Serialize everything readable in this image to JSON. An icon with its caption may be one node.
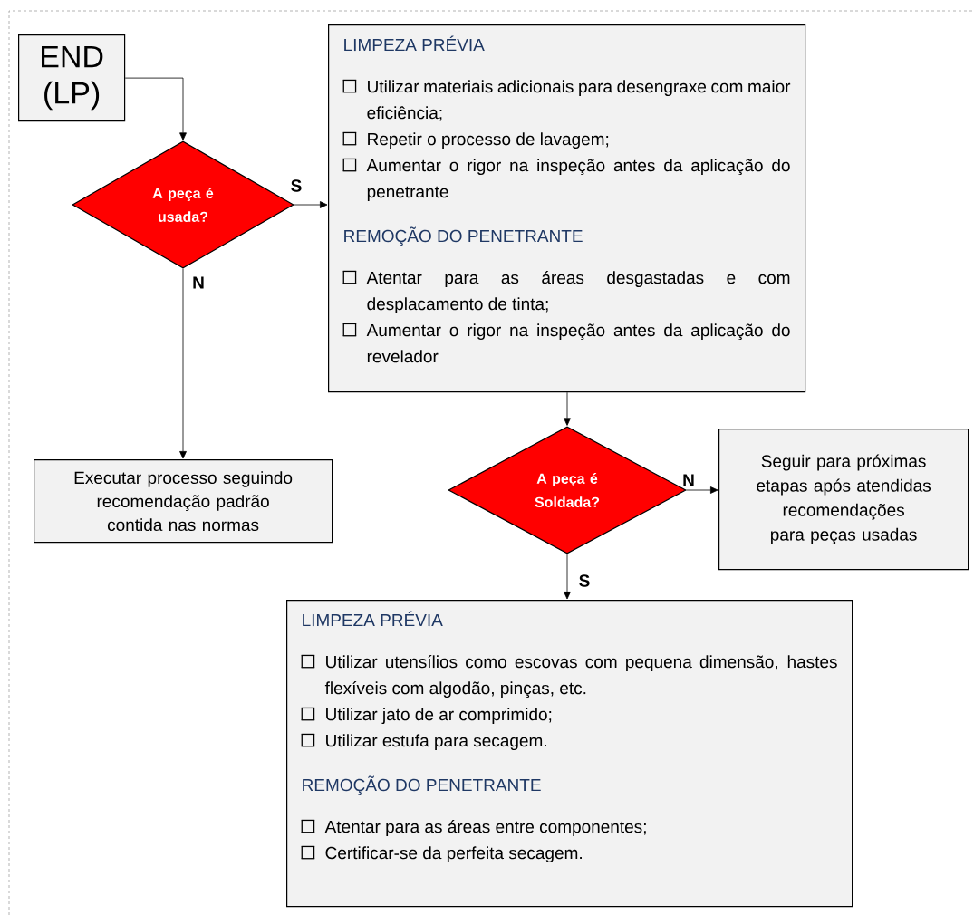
{
  "diagram": {
    "nodes": [
      {
        "text": [
          "END (LP)"
        ]
      },
      {
        "text": [
          "A peça é usada?"
        ]
      },
      {
        "text": [
          "LIMPEZA PRÉVIA",
          "Utilizar materiais adicionais para desengraxe com maior eficiência;",
          "Repetir o processo de lavagem;",
          "Aumentar o rigor na inspeção antes da aplicação do penetrante",
          "REMOÇÃO DO PENETRANTE",
          "Atentar para as áreas desgastadas e com desplacamento de tinta;",
          "Aumentar o rigor na inspeção antes da aplicação do revelador"
        ]
      },
      {
        "text": [
          "Executar processo seguindo recomendação padrão contida nas normas"
        ]
      },
      {
        "text": [
          "A peça é Soldada?"
        ]
      },
      {
        "text": [
          "Seguir para próximas etapas após atendidas recomendações para peças usadas"
        ]
      },
      {
        "text": [
          "LIMPEZA PRÉVIA",
          "Utilizar utensílios como escovas com pequena dimensão, hastes flexíveis com algodão, pinças, etc.",
          "Utilizar jato de ar comprimido;",
          "Utilizar estufa para secagem.",
          "REMOÇÃO DO PENETRANTE",
          "Atentar para as áreas entre componentes;",
          "Certificar-se da perfeita secagem."
        ]
      }
    ],
    "edges": [
      {
        "from": 0,
        "to": 1,
        "arrow": "to"
      },
      {
        "from": 1,
        "to": 2,
        "arrow": "to",
        "label": "S"
      },
      {
        "from": 1,
        "to": 3,
        "arrow": "to",
        "label": "N"
      },
      {
        "from": 2,
        "to": 4,
        "arrow": "to"
      },
      {
        "from": 4,
        "to": 5,
        "arrow": "to",
        "label": "N"
      },
      {
        "from": 4,
        "to": 6,
        "arrow": "to",
        "label": "S"
      }
    ]
  }
}
